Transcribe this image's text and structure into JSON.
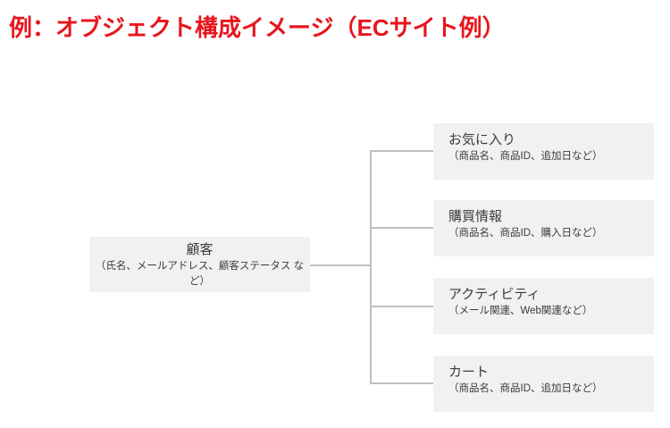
{
  "slide": {
    "title": "例：オブジェクト構成イメージ（ECサイト例）",
    "title_color": "#e8151c",
    "background_color": "#ffffff"
  },
  "diagram": {
    "type": "tree",
    "box_fill_color": "#f1f1f1",
    "connector_color": "#bfbfbf",
    "text_color": "#3b3b3b",
    "root": {
      "title": "顧客",
      "subtitle": "（氏名、メールアドレス、顧客ステータス など）"
    },
    "children": [
      {
        "title": "お気に入り",
        "subtitle": "（商品名、商品ID、追加日など）"
      },
      {
        "title": "購買情報",
        "subtitle": "（商品名、商品ID、購入日など）"
      },
      {
        "title": "アクティビティ",
        "subtitle": "（メール関連、Web関連など）"
      },
      {
        "title": "カート",
        "subtitle": "（商品名、商品ID、追加日など）"
      }
    ]
  }
}
